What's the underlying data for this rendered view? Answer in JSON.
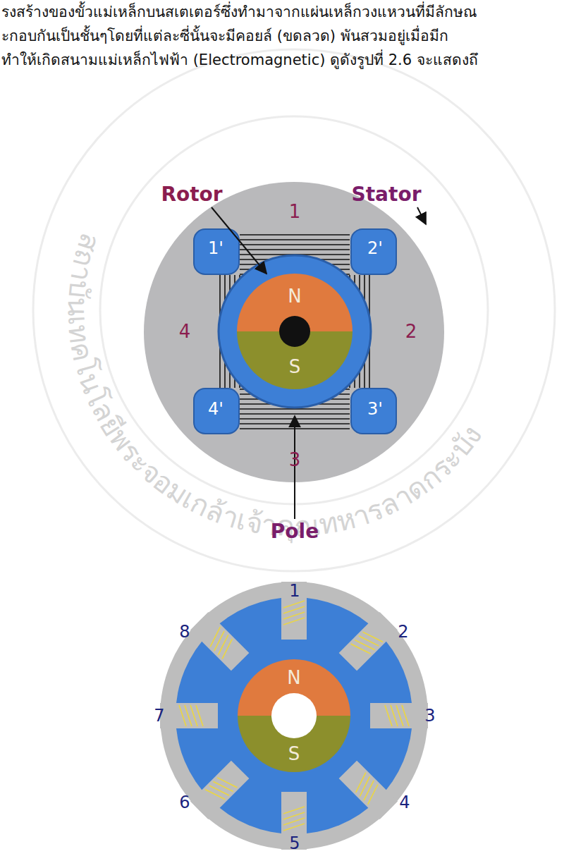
{
  "diagram": {
    "nodes": [
      {
        "text": [
          "N"
        ]
      },
      {
        "text": [
          "S"
        ]
      },
      {
        "text": [
          "N"
        ]
      },
      {
        "text": [
          "S"
        ]
      }
    ],
    "labels": [
      "รงสร้างของขั้วแม่เหล็กบนสเตเตอร์ซึ่งทำมาจากแผ่นเหล็กวงแหวนที่มีลักษณ",
      "ะกอบกันเป็นชั้นๆโดยที่แต่ละซี่นั้นจะมีคอยล์  (ขดลวด)  พันสวมอยู่เมื่อมีก",
      "ทำให้เกิดสนามแม่เหล็กไฟฟ้า (Electromagnetic) ดูดังรูปที่ 2.6 จะแสดงถึ",
      "Rotor",
      "Stator",
      "1",
      "1'",
      "2'",
      "4",
      "2",
      "4'",
      "3'",
      "3",
      "Pole",
      "1",
      "2",
      "3",
      "4",
      "5",
      "6",
      "7",
      "8",
      "สถาบันเทคโนโลยีพระจอมเกล้าเจ้าคุณทหารลาดกระบัง"
    ]
  }
}
